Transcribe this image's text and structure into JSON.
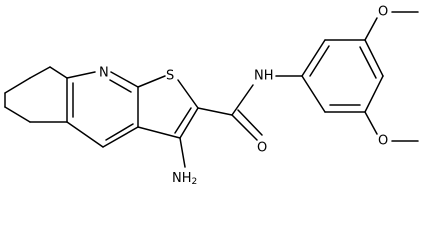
{
  "molecule": {
    "atom_labels": {
      "n_ring": "N",
      "s_ring": "S",
      "nh_amide": "NH",
      "o_carbonyl": "O",
      "nh2": "NH",
      "nh2_subscript": "2",
      "o_methoxy_top": "O",
      "o_methoxy_bottom": "O"
    },
    "colors": {
      "bond": "#000000",
      "label": "#000000",
      "background": "#ffffff"
    }
  }
}
